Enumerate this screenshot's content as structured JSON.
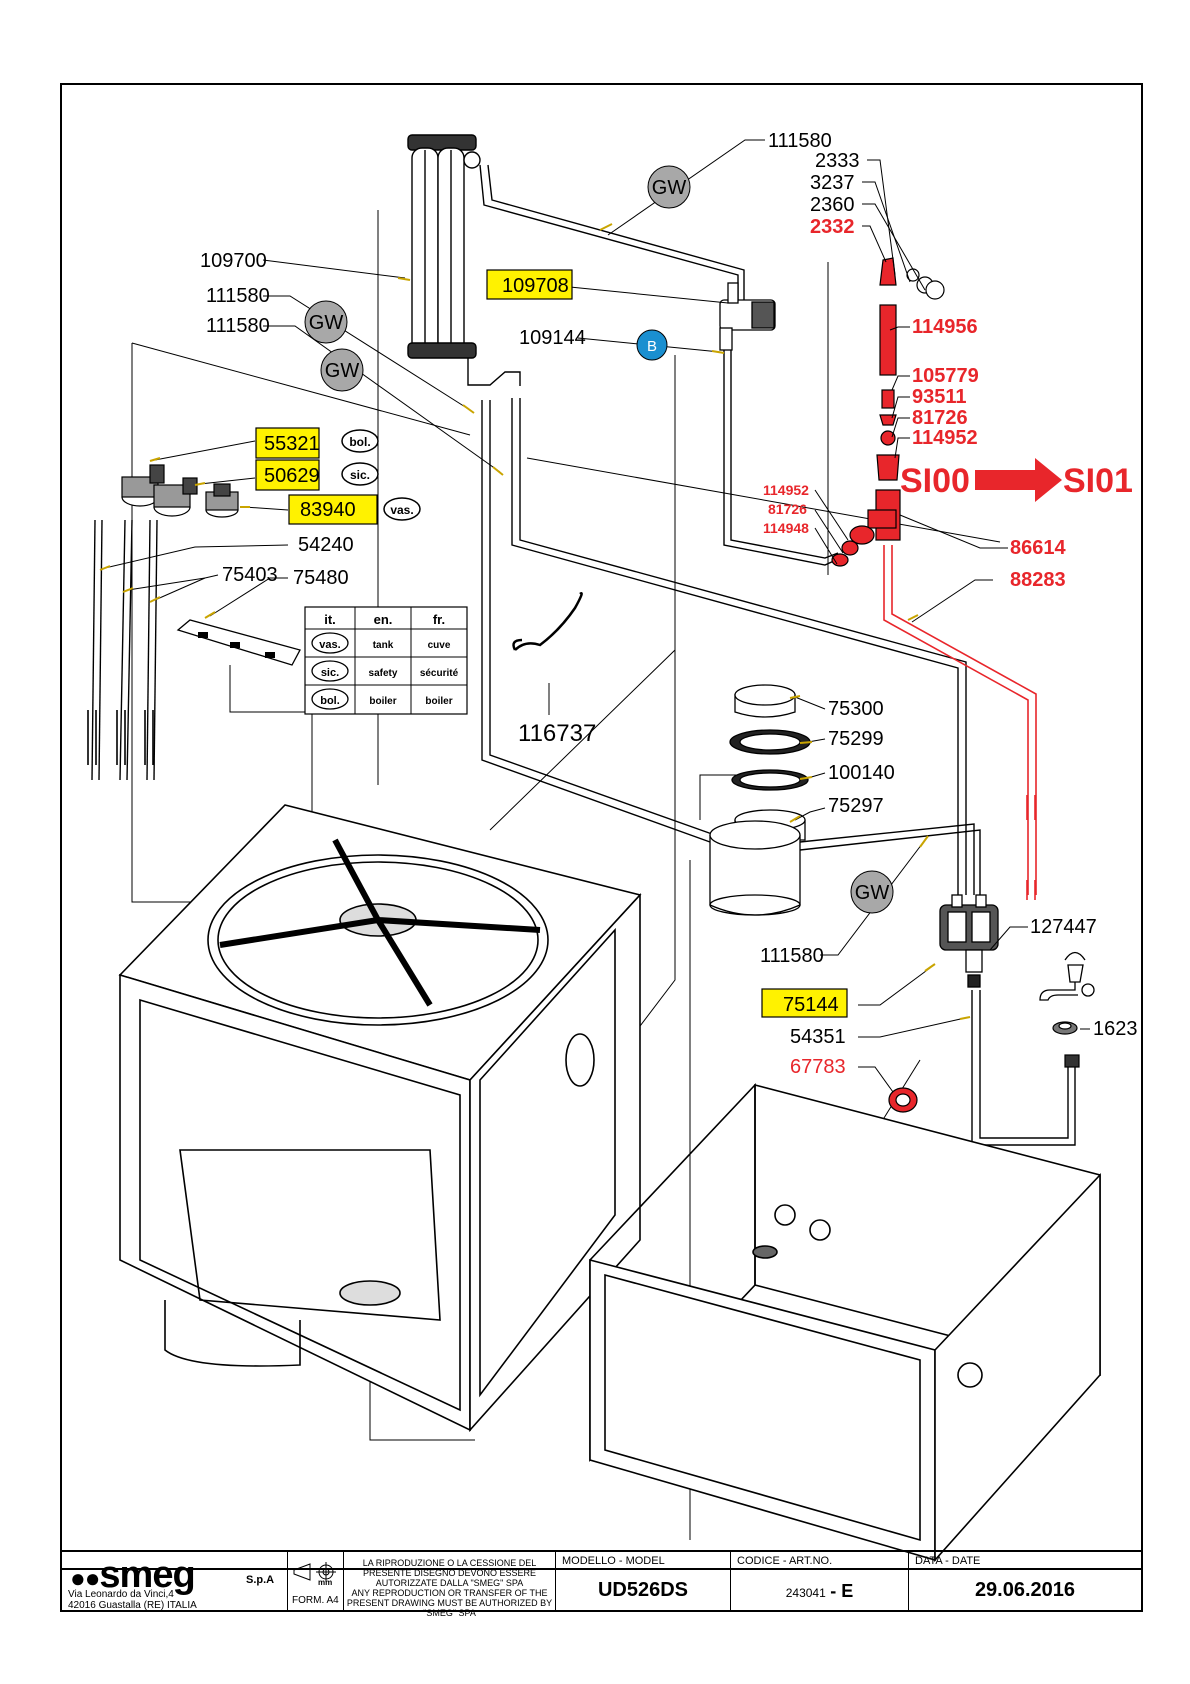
{
  "labels": {
    "p111580_top": "111580",
    "p2333": "2333",
    "p3237": "3237",
    "p2360": "2360",
    "p2332": "2332",
    "p109700": "109700",
    "p109708": "109708",
    "p111580_a": "111580",
    "p111580_b": "111580",
    "p109144": "109144",
    "p114956": "114956",
    "p105779": "105779",
    "p93511": "93511",
    "p81726": "81726",
    "p114952": "114952",
    "p55321": "55321",
    "p50629": "50629",
    "p83940": "83940",
    "p54240": "54240",
    "p75403": "75403",
    "p75480": "75480",
    "p114952_b": "114952",
    "p81726_b": "81726",
    "p114948": "114948",
    "p86614": "86614",
    "p88283": "88283",
    "p116737": "116737",
    "p75300": "75300",
    "p75299": "75299",
    "p100140": "100140",
    "p75297": "75297",
    "p111580_c": "111580",
    "p127447": "127447",
    "p75144": "75144",
    "p54351": "54351",
    "p1623": "1623",
    "p67783": "67783"
  },
  "badges": {
    "gw": "GW",
    "b": "B",
    "bol": "bol.",
    "sic": "sic.",
    "vas": "vas."
  },
  "revision": {
    "from": "SI00",
    "to": "SI01"
  },
  "legend": {
    "headers": [
      "it.",
      "en.",
      "fr."
    ],
    "rows": [
      {
        "key": "vas.",
        "en": "tank",
        "fr": "cuve"
      },
      {
        "key": "sic.",
        "en": "safety",
        "fr": "sécurité"
      },
      {
        "key": "bol.",
        "en": "boiler",
        "fr": "boiler"
      }
    ]
  },
  "titleblock": {
    "brand": "smeg",
    "brand_suffix": "S.p.A",
    "address_line1": "Via Leonardo da Vinci,4",
    "address_line2": "42016  Guastalla (RE) ITALIA",
    "form": "FORM. A4",
    "projection_unit": "mm",
    "notice_it": "LA RIPRODUZIONE O LA CESSIONE DEL PRESENTE DISEGNO DEVONO ESSERE AUTORIZZATE DALLA \"SMEG\" SPA",
    "notice_en": "ANY REPRODUCTION OR TRANSFER OF THE PRESENT DRAWING MUST BE AUTHORIZED BY \"SMEG\" SPA",
    "model_header": "MODELLO - MODEL",
    "model_value": "UD526DS",
    "code_header": "CODICE - ART.NO.",
    "code_value": "243041",
    "code_rev": "- E",
    "date_header": "DATA - DATE",
    "date_value": "29.06.2016"
  },
  "colors": {
    "highlight": "#fff200",
    "revision_red": "#e8262b",
    "badge_grey": "#a8a8a8",
    "badge_blue": "#1a8fd0"
  }
}
